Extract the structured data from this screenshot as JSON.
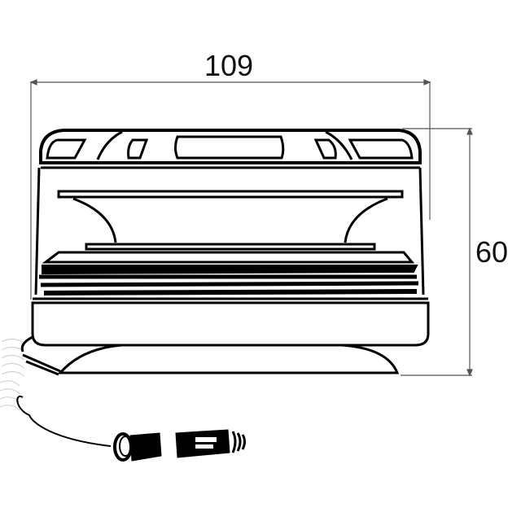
{
  "figure": {
    "subject": "magnetic beacon lamp with coiled cable and cigarette lighter plug",
    "view": "front elevation line drawing",
    "colors": {
      "line": "#000000",
      "dimension_line": "#555555",
      "background": "#ffffff",
      "cable_shadow": "#cccccc"
    }
  },
  "dimensions": {
    "width": {
      "value": "109",
      "orientation": "horizontal"
    },
    "height": {
      "value": "60",
      "orientation": "vertical"
    }
  }
}
